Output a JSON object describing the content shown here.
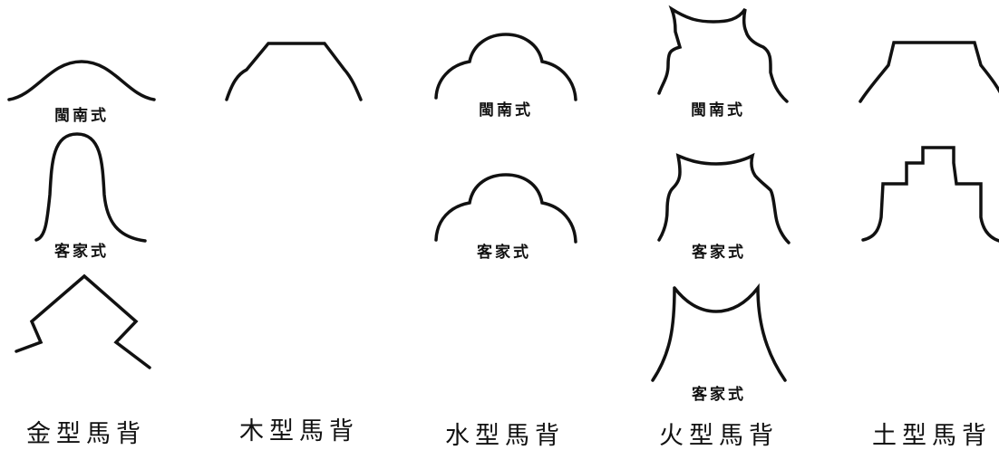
{
  "columns": [
    {
      "title": "金型馬背",
      "shapes": [
        {
          "label": "閩南式"
        },
        {
          "label": "客家式"
        },
        {
          "label": ""
        }
      ]
    },
    {
      "title": "木型馬背",
      "shapes": [
        {
          "label": ""
        }
      ]
    },
    {
      "title": "水型馬背",
      "shapes": [
        {
          "label": "閩南式"
        },
        {
          "label": "客家式"
        }
      ]
    },
    {
      "title": "火型馬背",
      "shapes": [
        {
          "label": "閩南式"
        },
        {
          "label": "客家式"
        },
        {
          "label": "客家式"
        }
      ]
    },
    {
      "title": "土型馬背",
      "shapes": [
        {
          "label": ""
        },
        {
          "label": ""
        }
      ]
    }
  ],
  "colors": {
    "stroke": "#111111",
    "background": "#ffffff"
  }
}
